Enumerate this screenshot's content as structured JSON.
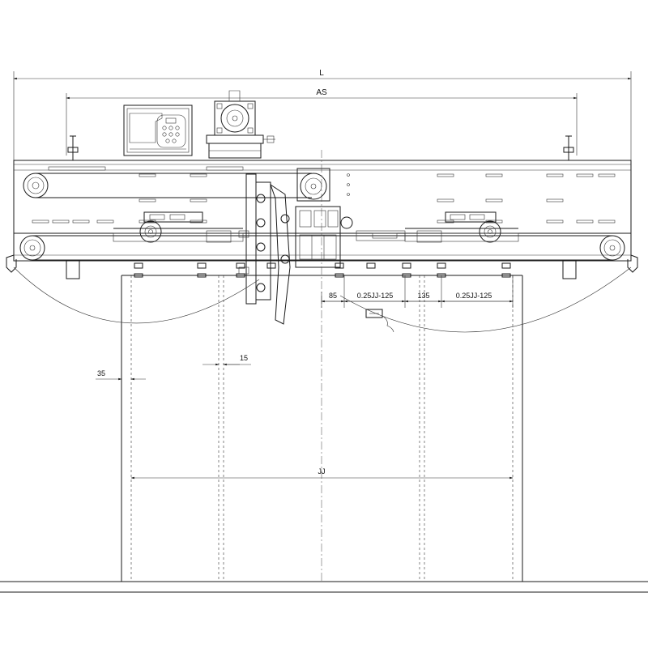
{
  "dimensions": {
    "overall_width": "L",
    "sill_spacing": "AS",
    "clear_opening": "JJ",
    "offset_85": "85",
    "quarter_opening_left": "0.25JJ-125",
    "offset_135": "135",
    "quarter_opening_right": "0.25JJ-125",
    "panel_gap": "15",
    "jamb_offset": "35"
  },
  "colors": {
    "line": "#1a1a1a",
    "background": "#ffffff"
  }
}
